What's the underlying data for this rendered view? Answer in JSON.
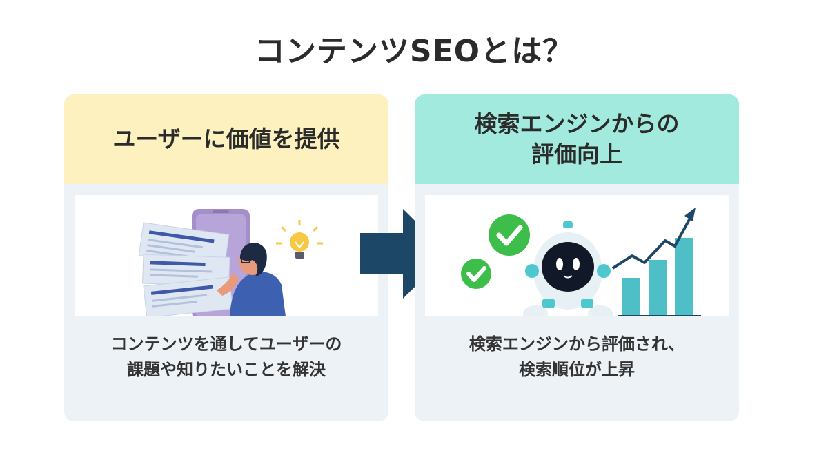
{
  "title": "コンテンツSEOとは？",
  "left_card": {
    "heading": "ユーザーに価値を提供",
    "description_lines": [
      "コンテンツを通してユーザーの",
      "課題や知りたいことを解決"
    ]
  },
  "right_card": {
    "heading_lines": [
      "検索エンジンからの",
      "評価向上"
    ],
    "description_lines": [
      "検索エンジンから評価され、",
      "検索順位が上昇"
    ]
  },
  "colors": {
    "left_header": "#fdf2bf",
    "right_header": "#a2eadd",
    "card_bg": "#edf2f6",
    "arrow": "#1c4766",
    "check": "#3dbd49",
    "chart_bar": "#4fbfc7",
    "chart_line": "#1c4766"
  },
  "icons": [
    "arrow-right-icon",
    "lightbulb-icon",
    "check-icon",
    "trend-arrow-icon",
    "robot-icon",
    "smartphone-icon"
  ]
}
